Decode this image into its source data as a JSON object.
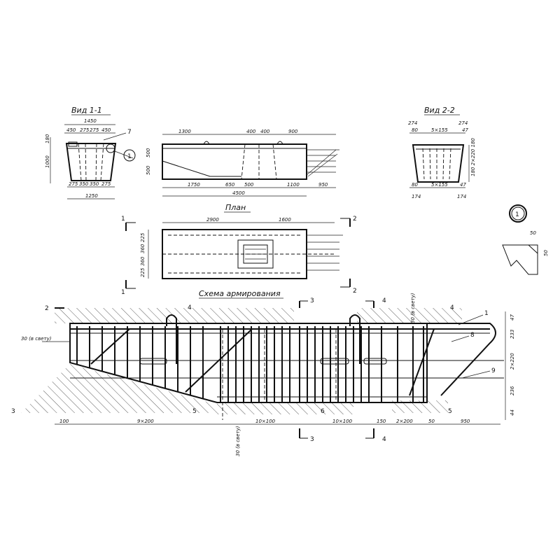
{
  "views": {
    "view11": {
      "title": "Вид 1-1",
      "top_width": "1450",
      "top_parts": [
        "450",
        "275",
        "275",
        "450"
      ],
      "bottom_parts": [
        "275",
        "350",
        "350",
        "275"
      ],
      "bottom_width": "1250",
      "left_top": "180",
      "left_height": "1000",
      "callout_7": "7",
      "callout_1": "1"
    },
    "elevation": {
      "top_1300": "1300",
      "top_400a": "400",
      "top_400b": "400",
      "top_900": "900",
      "left_500a": "500",
      "left_500b": "500",
      "bot_1750": "1750",
      "bot_650": "650",
      "bot_500": "500",
      "bot_1100": "1100",
      "bot_950": "950",
      "total_4500": "4500"
    },
    "view22": {
      "title": "Вид 2-2",
      "top_274l": "274",
      "top_274r": "274",
      "top_80": "80",
      "top_5x155": "5×155",
      "top_47": "47",
      "right_dims": "180 2×220 180",
      "bot_80": "80",
      "bot_5x155": "5×155",
      "bot_47": "47",
      "bot_174l": "174",
      "bot_174r": "174"
    },
    "plan": {
      "title": "План",
      "dim_2900": "2900",
      "dim_1600": "1600",
      "left_225a": "225",
      "left_360a": "360",
      "left_360b": "360",
      "left_225b": "225",
      "sec1_top": "1",
      "sec1_bot": "1",
      "sec2_top": "2",
      "sec2_bot": "2"
    },
    "detail": {
      "mark": "1",
      "dim_50a": "50",
      "dim_50b": "50"
    },
    "reinforcement": {
      "title": "Схема армирования",
      "sec2": "2",
      "sec3_top": "3",
      "sec4_top": "4",
      "sec4_right": "4",
      "clear_top": "30 (в свету)",
      "clear_left": "30 (в свету)",
      "clear_bottom": "30 (в свету)",
      "mark_1": "1",
      "mark_8": "8",
      "mark_9": "9",
      "mark_3_left": "3",
      "mark_5a": "5",
      "mark_6": "6",
      "mark_5b": "5",
      "sec3_bot": "3",
      "sec4_bot": "4",
      "right_47": "47",
      "right_233": "233",
      "right_2x220": "2×220",
      "right_236": "236",
      "right_44": "44",
      "bot_100": "100",
      "bot_9x200": "9×200",
      "bot_10x100a": "10×100",
      "bot_10x100b": "10×100",
      "bot_150": "150",
      "bot_2x200": "2×200",
      "bot_50": "50",
      "bot_950": "950"
    }
  }
}
